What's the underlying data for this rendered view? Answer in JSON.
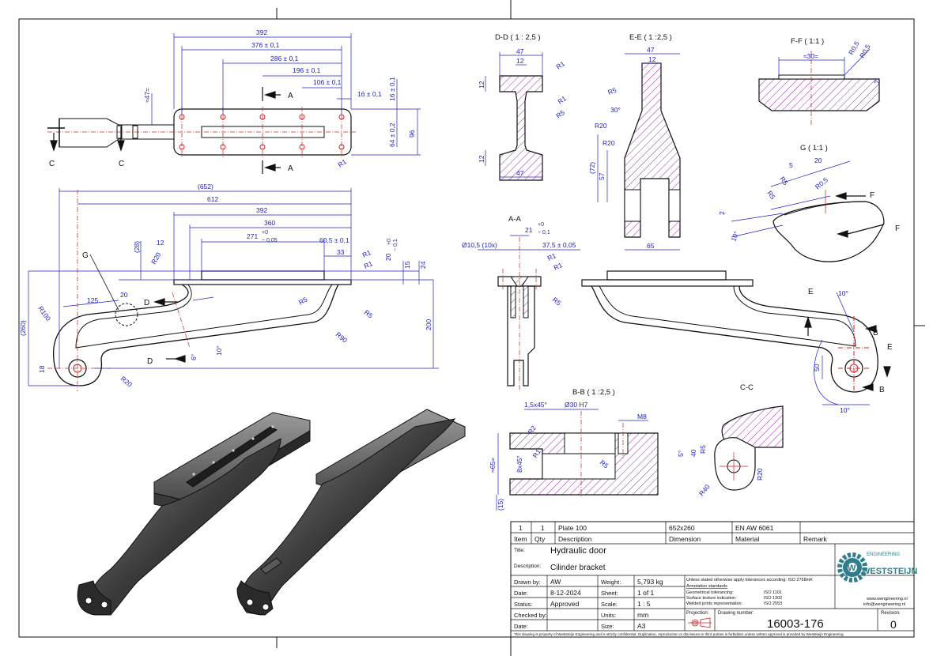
{
  "colors": {
    "dimension": "#2020c8",
    "centerline": "#d02020",
    "hatch": "#9c27b0",
    "logo": "#2e7d8c",
    "outline": "#111111"
  },
  "views": {
    "section_dd": "D-D ( 1 : 2,5 )",
    "section_ee": "E-E ( 1 :2,5 )",
    "section_ff": "F-F ( 1:1 )",
    "detail_g": "G ( 1:1 )",
    "section_aa": "A-A",
    "section_bb": "B-B ( 1 :2,5 )",
    "section_cc": "C-C"
  },
  "markers": {
    "a": "A",
    "b": "B",
    "c": "C",
    "d": "D",
    "e": "E",
    "f": "F",
    "g": "G"
  },
  "dims": {
    "top": [
      "392",
      "376 ± 0,1",
      "286 ± 0,1",
      "196 ± 0,1",
      "106 ± 0,1",
      "16 ± 0,1",
      "16 ± 0,1",
      "64 ± 0,2",
      "96",
      "≈47=",
      "R1"
    ],
    "side": [
      "(652)",
      "612",
      "392",
      "360",
      "271",
      "+0",
      "− 0,05",
      "12",
      "60,5 ± 0,1",
      "33",
      "(28)",
      "R20",
      "R1",
      "R1",
      "20",
      "+0",
      "− 0,1",
      "15",
      "24",
      "R100",
      "125",
      "20",
      "R5",
      "R5",
      "R90",
      "10°",
      "6°",
      "200",
      "(260)",
      "18",
      "R20"
    ],
    "dd": [
      "47",
      "12",
      "12",
      "R1",
      "R1",
      "R5",
      "12",
      "47"
    ],
    "ee": [
      "47",
      "12",
      "R5",
      "30°",
      "R20",
      "R20",
      "(72)",
      "57",
      "65"
    ],
    "ff": [
      "≈30=",
      "R0,5",
      "R0,5",
      "2"
    ],
    "g": [
      "5",
      "20",
      "R5",
      "R5",
      "R0,5",
      "2",
      "10°"
    ],
    "aa": [
      "21",
      "+0",
      "− 0,1",
      "Ø10,5 (10x)",
      "37,5 ± 0,05",
      "R1",
      "R1",
      "R5"
    ],
    "rv": [
      "10°",
      "50",
      "10°"
    ],
    "bb": [
      "1,5x45°",
      "Ø30 H7",
      "M8",
      "R2",
      "R1",
      "8x45°",
      "≈65=",
      "R5",
      "(15)"
    ],
    "cc": [
      "R5",
      "40",
      "5°",
      "R40",
      "R20"
    ]
  },
  "title_block": {
    "header_row": {
      "item": "1",
      "qty": "1",
      "description": "Plate 100",
      "dimension": "652x260",
      "material": "EN AW 6061",
      "remark": ""
    },
    "header_labels": {
      "item": "Item",
      "qty": "Qty",
      "description": "Description",
      "dimension": "Dimension",
      "material": "Material",
      "remark": "Remark"
    },
    "title_label": "Title:",
    "title": "Hydraulic door",
    "description_label": "Description:",
    "description": "Cilinder bracket",
    "drawn_by_label": "Drawn by:",
    "drawn_by": "AW",
    "weight_label": "Weight:",
    "weight": "5,793 kg",
    "date_label": "Date:",
    "date": "8-12-2024",
    "sheet_label": "Sheet:",
    "sheet": "1 of 1",
    "status_label": "Status:",
    "status": "Approved",
    "scale_label": "Scale:",
    "scale": "1 : 5",
    "checked_by_label": "Checked by:",
    "checked_by": "",
    "units_label": "Units:",
    "units": "mm",
    "date2_label": "Date:",
    "date2": "",
    "size_label": "Size:",
    "size": "A3",
    "tolerance_note": "Unless stated otherwise apply tolerances according: ISO 2768mK",
    "annotation_standards": "Annotation standards",
    "std_labels": [
      "Geometrical tolerancing:",
      "Surface texture indication:",
      "Welded joints representation:"
    ],
    "std_values": [
      "ISO 1101",
      "ISO 1302",
      "ISO 2553"
    ],
    "projection_label": "Projection:",
    "drawing_number_label": "Drawing number:",
    "drawing_number": "16003-176",
    "revision_label": "Revision:",
    "revision": "0",
    "company_top": "ENGINEERING",
    "company_name": "WESTSTEIJN",
    "website": "www.wengineering.nl",
    "email": "info@wengineering.nl",
    "footer": "This drawing is property of Weststeijn Engineering and is strictly confidential. Duplication, reproduction or disclosure to third parties is forbidden unless written approval is provided by Weststeijn Engineering."
  }
}
